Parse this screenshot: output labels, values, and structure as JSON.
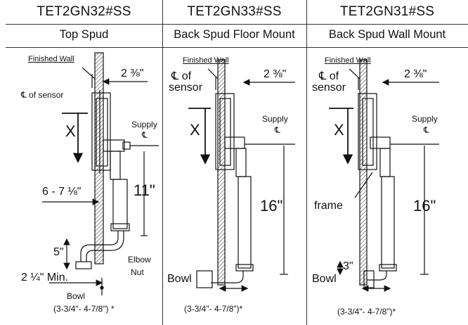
{
  "panels": [
    {
      "model": "TET2GN32#SS",
      "type": "Top Spud",
      "labels": {
        "finished_wall": "Finished Wall",
        "wall_gap": "2 ⅜\"",
        "sensor": "℄ of sensor",
        "x": "X",
        "supply": "Supply",
        "supply_cl": "℄",
        "height": "11\"",
        "offset": "6 - 7 ⅛\"",
        "drop": "5\"",
        "elbow": "Elbow",
        "nut": "Nut",
        "min": "2 ¼\" Min.",
        "bowl": "Bowl",
        "range": "(3-3/4\"- 4-7/8\") *"
      }
    },
    {
      "model": "TET2GN33#SS",
      "type": "Back Spud Floor Mount",
      "labels": {
        "finished_wall": "Finished Wall",
        "wall_gap": "2 ⅜\"",
        "sensor_a": "℄ of",
        "sensor_b": "sensor",
        "x": "X",
        "supply": "Supply",
        "supply_cl": "℄",
        "height": "16\"",
        "bowl": "Bowl",
        "range": "(3-3/4\"- 4-7/8\")*"
      }
    },
    {
      "model": "TET2GN31#SS",
      "type": "Back Spud Wall Mount",
      "labels": {
        "finished_wall": "Finished Wall",
        "wall_gap": "2 ⅜\"",
        "sensor_a": "℄ of",
        "sensor_b": "sensor",
        "x": "X",
        "supply": "Supply",
        "supply_cl": "℄",
        "frame": "frame",
        "height": "16\"",
        "drop": "3\"",
        "bowl": "Bowl",
        "range": "(3-3/4\"- 4-7/8\")*"
      }
    }
  ]
}
